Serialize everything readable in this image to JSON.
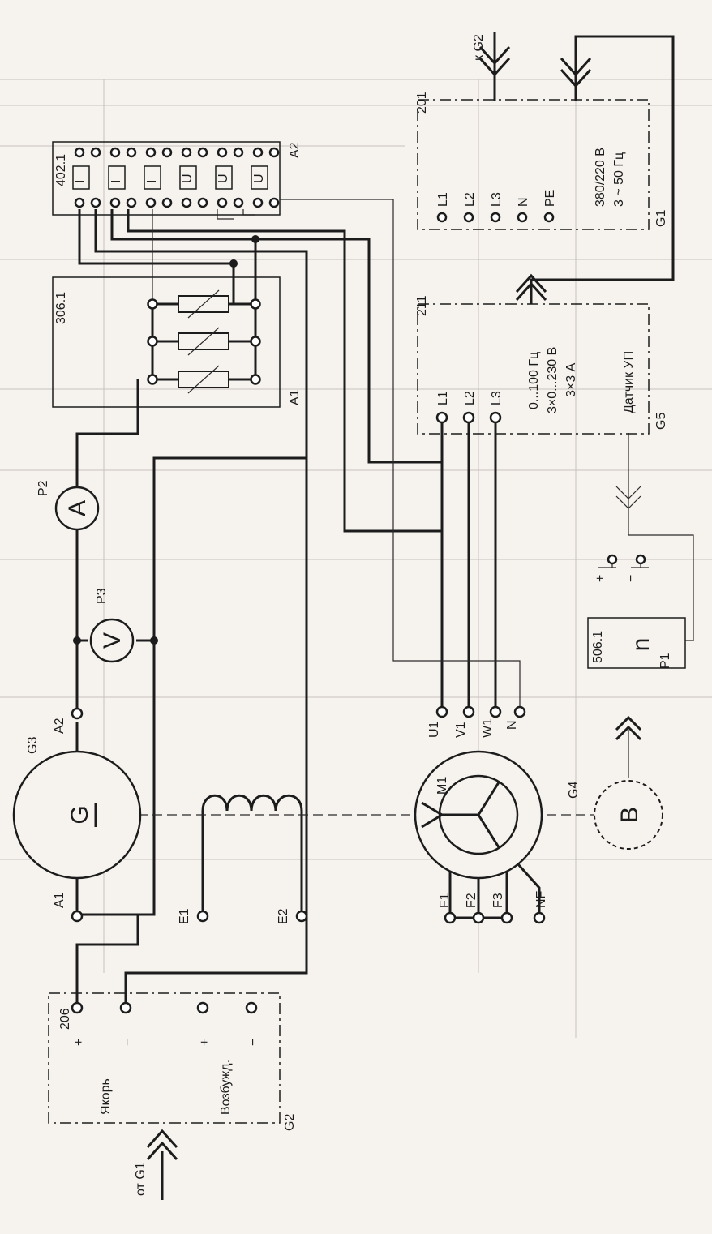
{
  "source_g1_label": "от G1",
  "target_g2_label": "к G2",
  "blocks": {
    "power_supply": {
      "code": "201",
      "ref": "G1",
      "terminals": [
        "L1",
        "L2",
        "L3",
        "N",
        "PE"
      ],
      "rating_1": "380/220 В",
      "rating_2": "3 ~ 50 Гц"
    },
    "converter": {
      "code": "211",
      "ref": "G5",
      "terminals": [
        "L1",
        "L2",
        "L3"
      ],
      "spec_1": "0...100 Гц",
      "spec_2": "3×0...230 В",
      "spec_3": "3×3 А",
      "sensor": "Датчик УП"
    },
    "meter_block": {
      "code": "402.1",
      "ref": "A2",
      "sensor_marks": [
        "I",
        "I",
        "I",
        "U",
        "U",
        "U"
      ]
    },
    "resistor_block": {
      "code": "306.1",
      "ref": "A1"
    },
    "dc_source": {
      "code": "206",
      "ref": "G2",
      "armature_label": "Якорь",
      "excitation_label": "Возбужд.",
      "plus": "+",
      "minus": "−"
    },
    "tachometer": {
      "code": "506.1",
      "ref": "P1",
      "symbol": "n",
      "plus": "+",
      "minus": "−"
    }
  },
  "instruments": {
    "ammeter": {
      "ref": "P2",
      "symbol": "A"
    },
    "voltmeter": {
      "ref": "P3",
      "symbol": "V"
    }
  },
  "machines": {
    "generator": {
      "ref": "G3",
      "symbol": "G",
      "armature_terminals": [
        "A2",
        "A1"
      ],
      "field_terminals": [
        "E1",
        "E2"
      ]
    },
    "motor": {
      "ref": "M1",
      "stator_terminals": [
        "U1",
        "V1",
        "W1",
        "N"
      ],
      "rotor_terminals": [
        "F1",
        "F2",
        "F3",
        "NF"
      ]
    },
    "encoder": {
      "ref": "G4",
      "symbol": "B"
    }
  }
}
